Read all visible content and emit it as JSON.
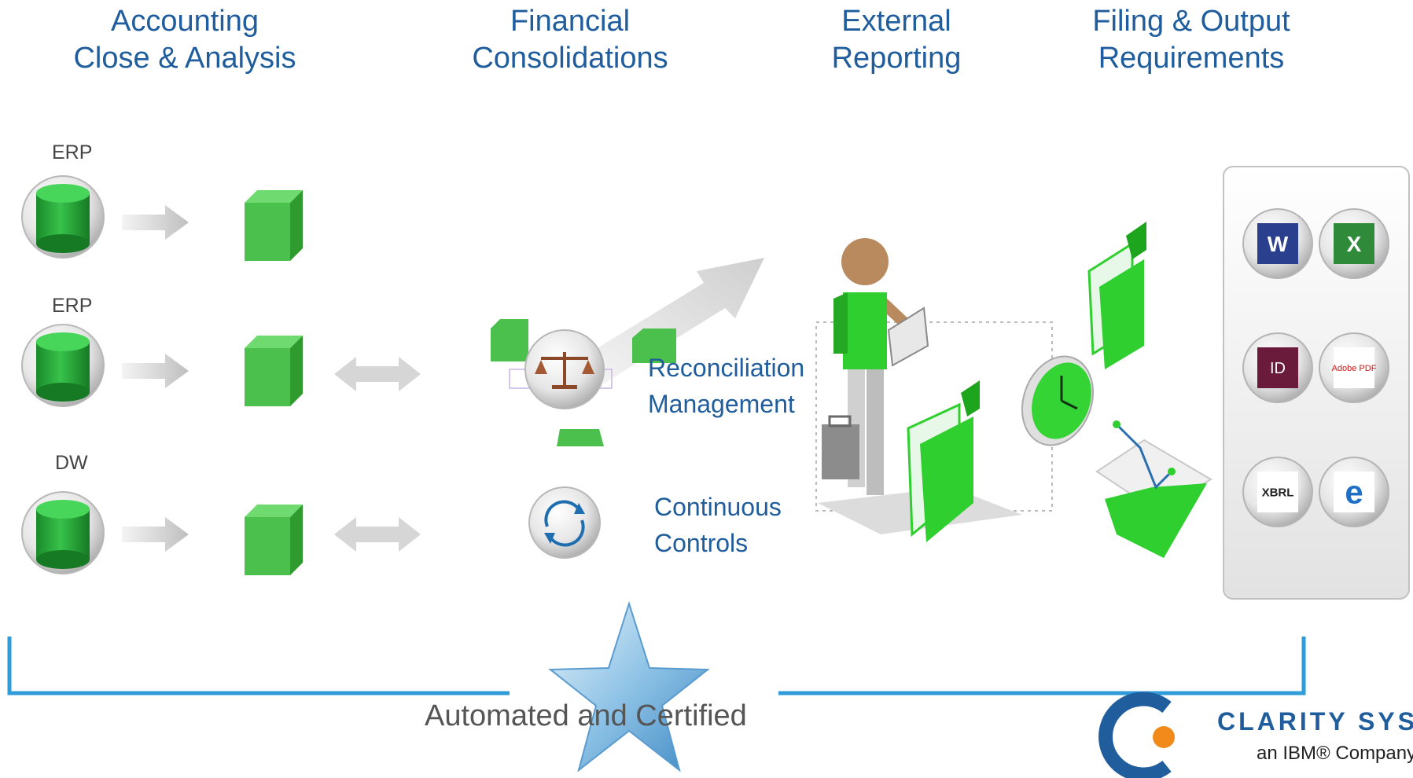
{
  "columns": {
    "accounting": {
      "line1": "Accounting",
      "line2": "Close & Analysis"
    },
    "consolidations": {
      "line1": "Financial",
      "line2": "Consolidations"
    },
    "reporting": {
      "line1": "External",
      "line2": "Reporting"
    },
    "filing": {
      "line1": "Filing & Output",
      "line2": "Requirements"
    }
  },
  "sources": [
    "ERP",
    "ERP",
    "DW"
  ],
  "processes": {
    "reconciliation": {
      "line1": "Reconciliation",
      "line2": "Management"
    },
    "controls": {
      "line1": "Continuous",
      "line2": "Controls"
    }
  },
  "output_icons": [
    {
      "name": "word-icon",
      "label": "W"
    },
    {
      "name": "excel-icon",
      "label": "X"
    },
    {
      "name": "indesign-icon",
      "label": "ID"
    },
    {
      "name": "pdf-icon",
      "label": "Adobe PDF"
    },
    {
      "name": "xbrl-icon",
      "label": "XBRL"
    },
    {
      "name": "ie-icon",
      "label": "e"
    }
  ],
  "footer": "Automated and Certified",
  "logo": {
    "brand": "CLARITY SYSTEMS",
    "sub": "an IBM® Company"
  },
  "colors": {
    "primary": "#1f5d9c",
    "green": "#2fcf2f",
    "bracket": "#2f9bd8"
  }
}
